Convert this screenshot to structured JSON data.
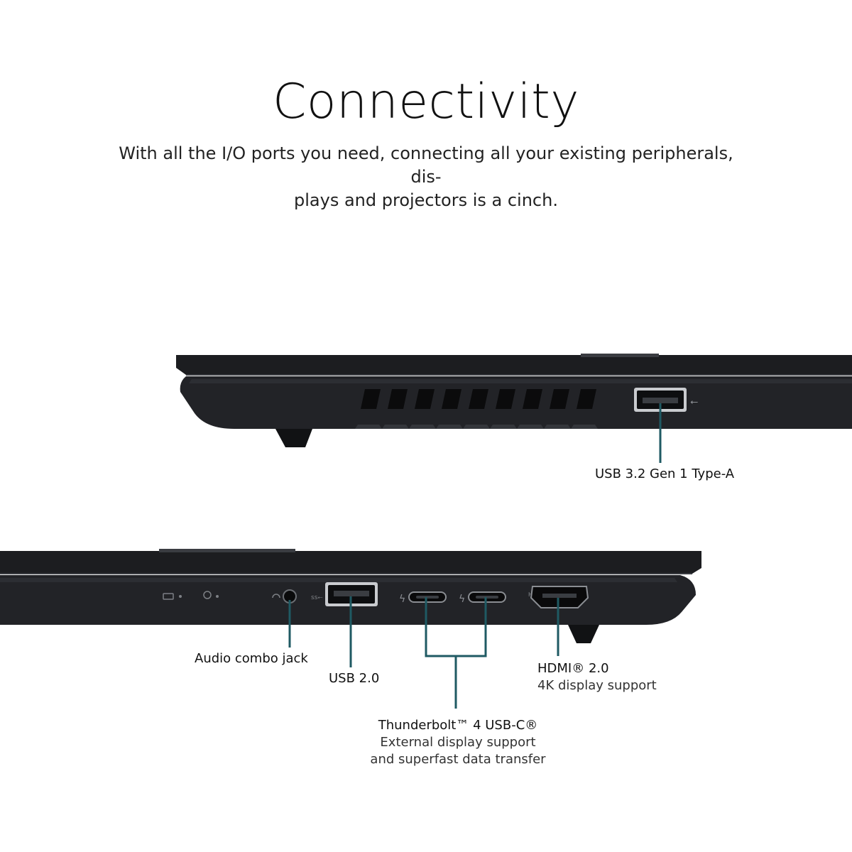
{
  "header": {
    "title": "Connectivity",
    "subtitle_line1": "With all the I/O ports you need, connecting all your existing peripherals, dis-",
    "subtitle_line2": "plays and projectors is a cinch."
  },
  "colors": {
    "chassis": "#1c1d20",
    "chassis_edge": "#2e3034",
    "callout_line": "#1f5a63",
    "background": "#ffffff"
  },
  "ports_right_side": [
    {
      "id": "usb-a-3-2",
      "label": "USB 3.2 Gen 1 Type-A"
    }
  ],
  "ports_left_side": [
    {
      "id": "audio-jack",
      "label": "Audio combo jack"
    },
    {
      "id": "usb-2-0",
      "label": "USB 2.0"
    },
    {
      "id": "thunderbolt-4",
      "label": "Thunderbolt™ 4 USB-C®",
      "details": [
        "External display support",
        "and superfast data transfer"
      ]
    },
    {
      "id": "hdmi-2-0",
      "label": "HDMI® 2.0",
      "details": [
        "4K display support"
      ]
    }
  ],
  "port_markings": {
    "hdmi": "HDMI"
  }
}
